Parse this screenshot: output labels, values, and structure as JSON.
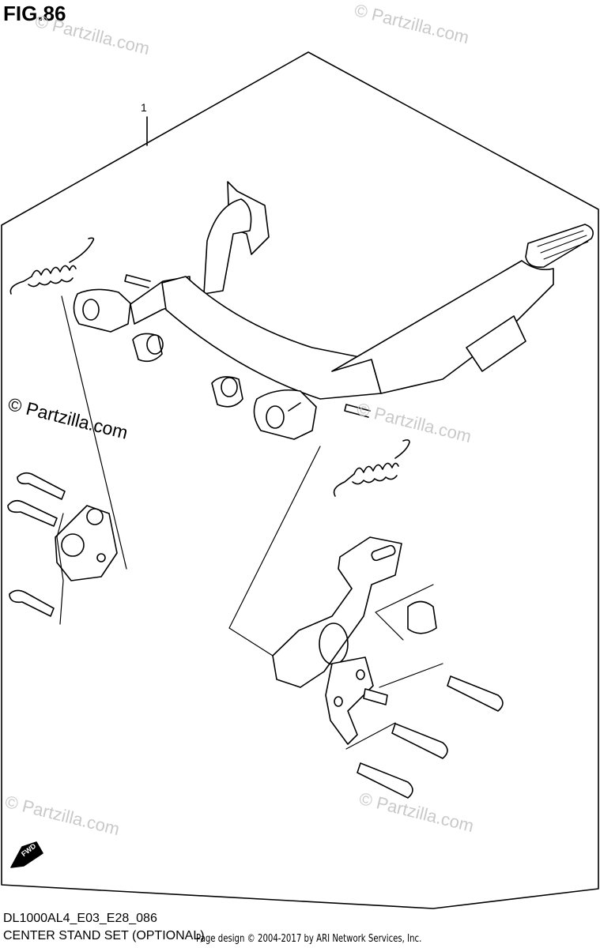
{
  "figure": {
    "title": "FIG.86",
    "part_label": "1",
    "fwd_label": "FWD",
    "code": "DL1000AL4_E03_E28_086",
    "caption": "CENTER STAND SET (OPTIONAL)",
    "copyright": "Page design © 2004-2017 by ARI Network Services, Inc."
  },
  "watermarks": {
    "faint": "© Partzilla.com",
    "bold": "© Partzilla.com"
  },
  "colors": {
    "line": "#000000",
    "watermark": "#c9c9c9",
    "background": "#ffffff"
  }
}
